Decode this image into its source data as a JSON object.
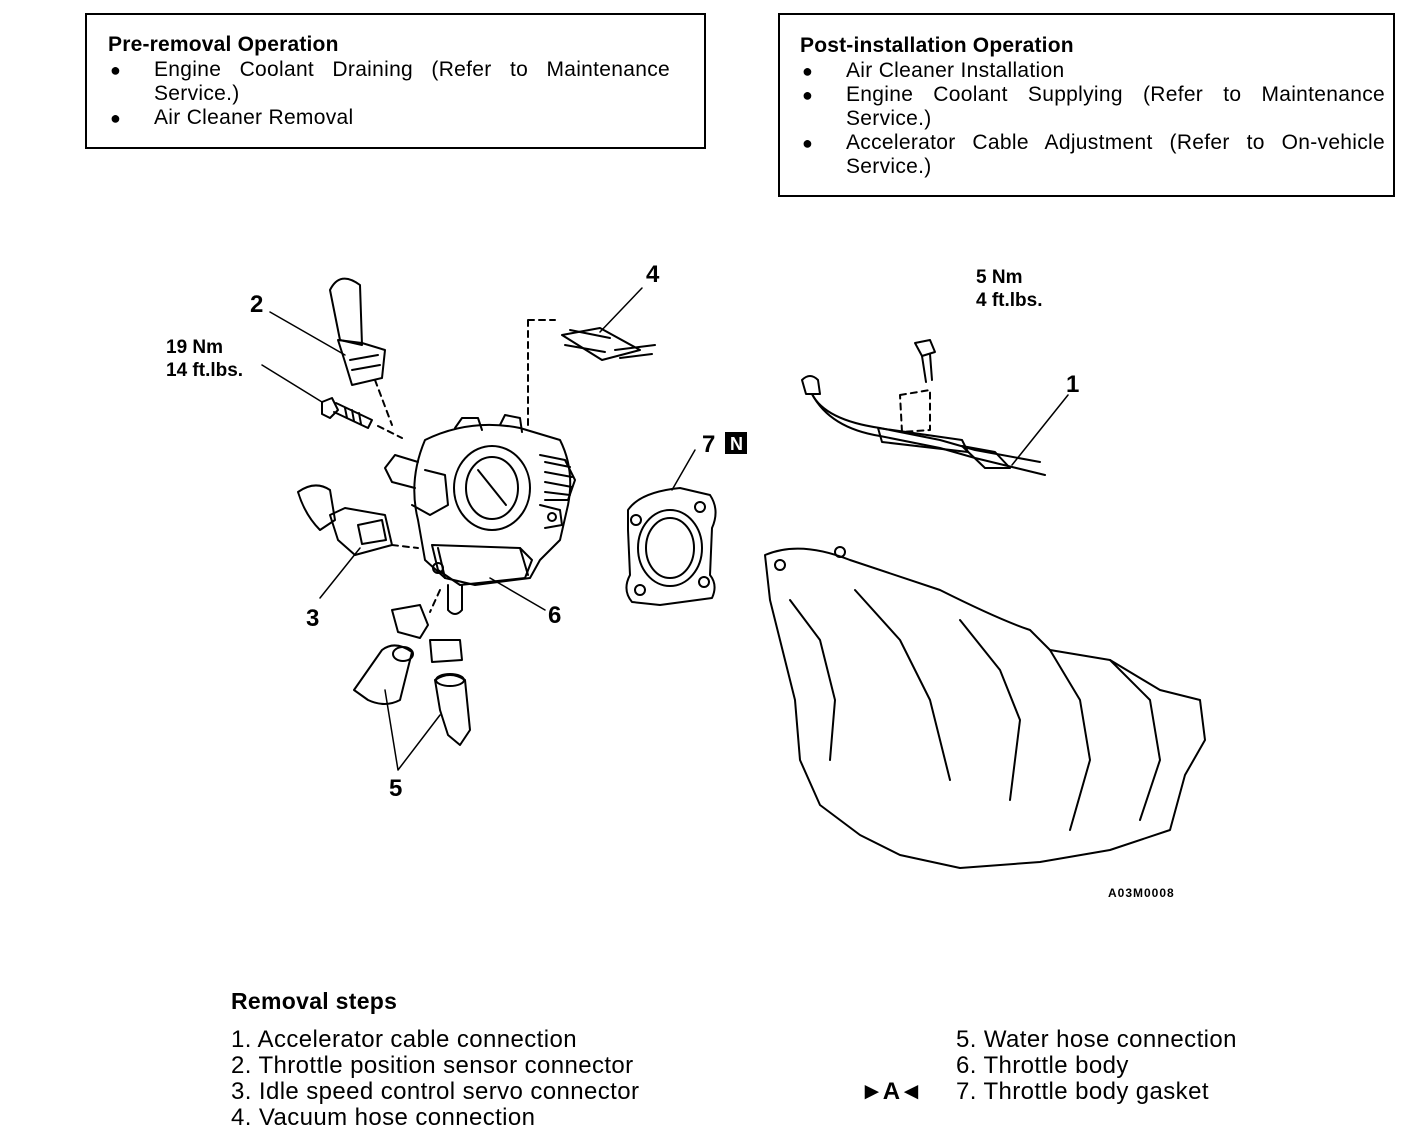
{
  "pre_removal": {
    "title": "Pre-removal Operation",
    "items": [
      "Engine Coolant Draining (Refer to Maintenance Service.)",
      "Air Cleaner Removal"
    ]
  },
  "post_installation": {
    "title": "Post-installation Operation",
    "items": [
      "Air Cleaner Installation",
      "Engine Coolant Supplying (Refer to Maintenance Service.)",
      "Accelerator Cable Adjustment (Refer to On-vehicle Service.)"
    ]
  },
  "bullet": "●",
  "callouts": {
    "c1": "1",
    "c2": "2",
    "c3": "3",
    "c4": "4",
    "c5": "5",
    "c6": "6",
    "c7": "7",
    "new_part_mark": "N"
  },
  "torque": {
    "bolt_nm": "19 Nm",
    "bolt_ftlbs": "14 ft.lbs.",
    "cable_nm": "5 Nm",
    "cable_ftlbs": "4 ft.lbs."
  },
  "figure_id": "A03M0008",
  "removal_steps": {
    "title": "Removal steps",
    "left": [
      "1. Accelerator cable connection",
      "2. Throttle position sensor connector",
      "3. Idle speed control servo connector",
      "4. Vacuum hose connection"
    ],
    "right": [
      "5. Water hose connection",
      "6. Throttle body",
      "7. Throttle body gasket"
    ],
    "service_mark": "►A◄"
  }
}
